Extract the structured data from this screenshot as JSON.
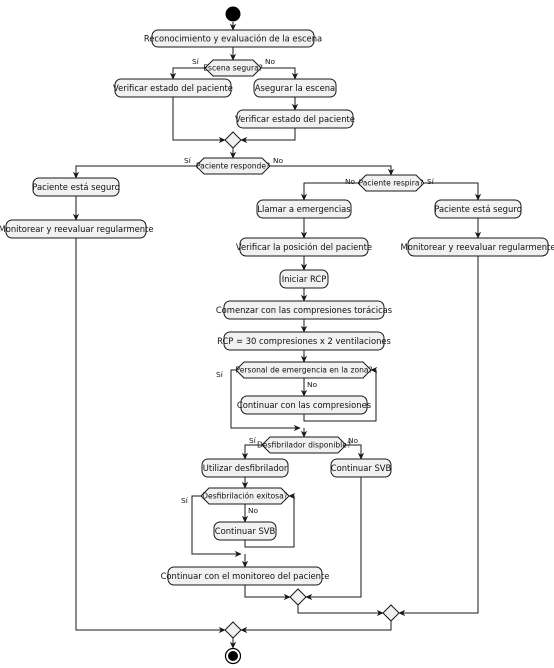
{
  "colors": {
    "node_fill": "#f1f1f1",
    "node_stroke": "#181818",
    "line": "#181818",
    "start": "#000000"
  },
  "nodes": {
    "reconocimiento": "Reconocimiento y evaluación de la escena",
    "escena_segura": "Escena segura?",
    "verificar_estado_a": "Verificar estado del paciente",
    "asegurar_escena": "Asegurar la escena",
    "verificar_estado_b": "Verificar estado del paciente",
    "paciente_responde": "Paciente responde?",
    "seguro_a": "Paciente está seguro",
    "monitorear_a": "Monitorear y reevaluar regularmente",
    "paciente_respira": "Paciente respira?",
    "llamar": "Llamar a emergencias",
    "seguro_b": "Paciente está seguro",
    "monitorear_b": "Monitorear y reevaluar regularmente",
    "verificar_posicion": "Verificar la posición del paciente",
    "iniciar_rcp": "Iniciar RCP",
    "compresiones": "Comenzar con las compresiones torácicas",
    "rcp_ratio": "RCP = 30 compresiones x 2 ventilaciones",
    "personal": "Personal de emergencia en la zona?",
    "continuar_compresiones": "Continuar con las compresiones",
    "desfibrilador": "Desfibrilador disponible?",
    "utilizar_desfibrilador": "Utilizar desfibrilador",
    "svb_a": "Continuar SVB",
    "desfib_exitosa": "Desfibrilación exitosa?",
    "svb_b": "Continuar SVB",
    "monitoreo_paciente": "Continuar con el monitoreo del paciente"
  },
  "edges": {
    "yes": "Sí",
    "no": "No"
  }
}
